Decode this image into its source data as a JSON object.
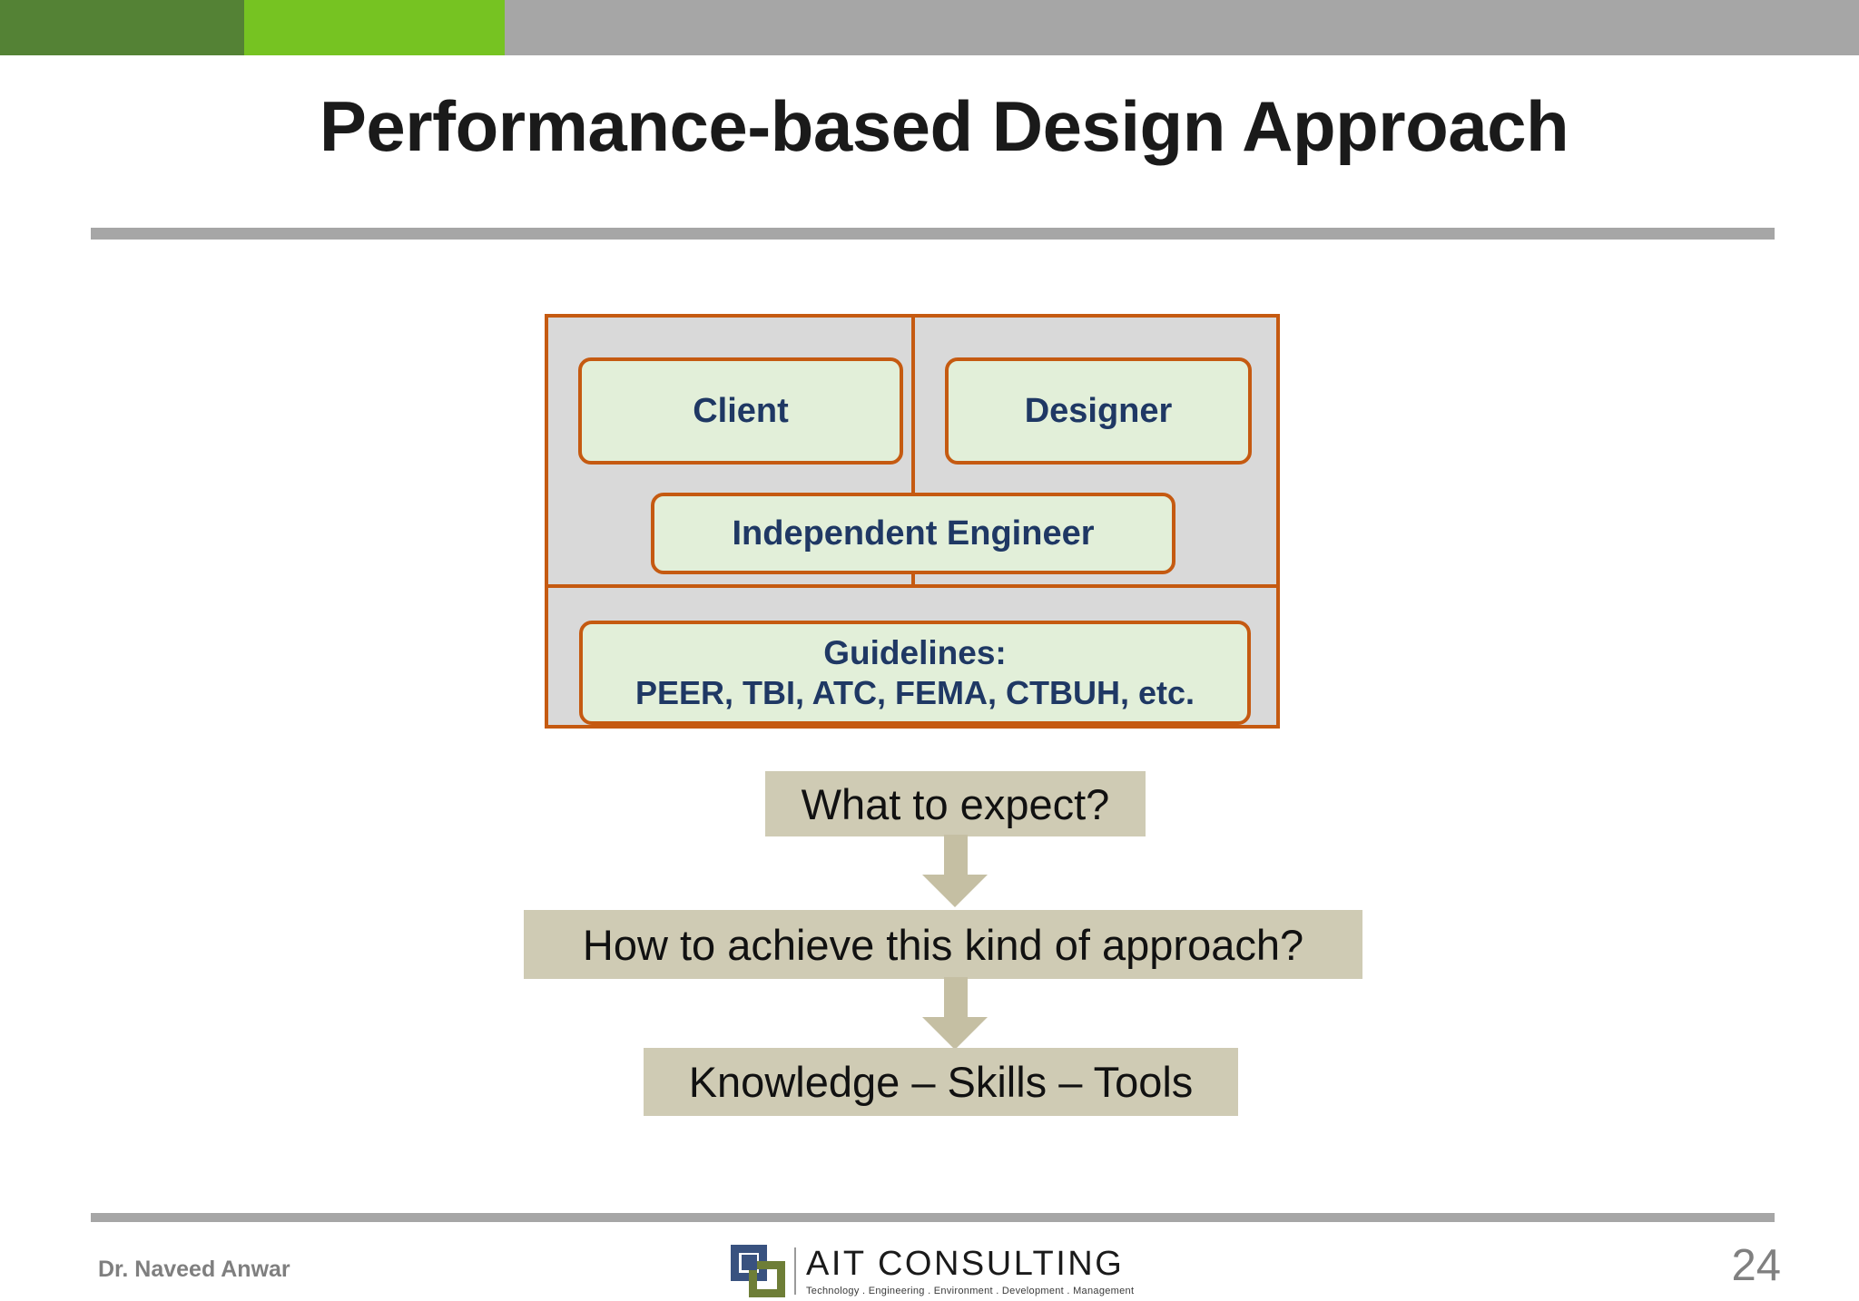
{
  "slide": {
    "title": "Performance-based Design Approach",
    "accent_bar": {
      "segment_dark_green": "#548235",
      "segment_bright_green": "#76C322",
      "segment_gray": "#A6A6A6"
    }
  },
  "diagram": {
    "panel_fill": "#D9D9D9",
    "chip_fill": "#E2EFD9",
    "chip_border": "#C55A11",
    "chip_text_color": "#1F3864",
    "boxes": [
      {
        "key": "client",
        "label": "Client"
      },
      {
        "key": "designer",
        "label": "Designer"
      },
      {
        "key": "engineer",
        "label": "Independent Engineer"
      }
    ],
    "guidelines": {
      "heading": "Guidelines:",
      "list": "PEER, TBI, ATC, FEMA, CTBUH, etc."
    }
  },
  "flow": {
    "box_fill": "#CFCBB4",
    "arrow_fill": "#C5BFA3",
    "steps": [
      {
        "key": "what-to-expect",
        "label": "What to expect?"
      },
      {
        "key": "how-to-achieve",
        "label": "How to achieve this kind of approach?"
      },
      {
        "key": "knowledge-skills-tools",
        "label": "Knowledge – Skills – Tools"
      }
    ]
  },
  "footer": {
    "author": "Dr. Naveed Anwar",
    "page_number": "24",
    "logo": {
      "name": "AIT CONSULTING",
      "tagline": "Technology . Engineering . Environment . Development . Management"
    }
  }
}
